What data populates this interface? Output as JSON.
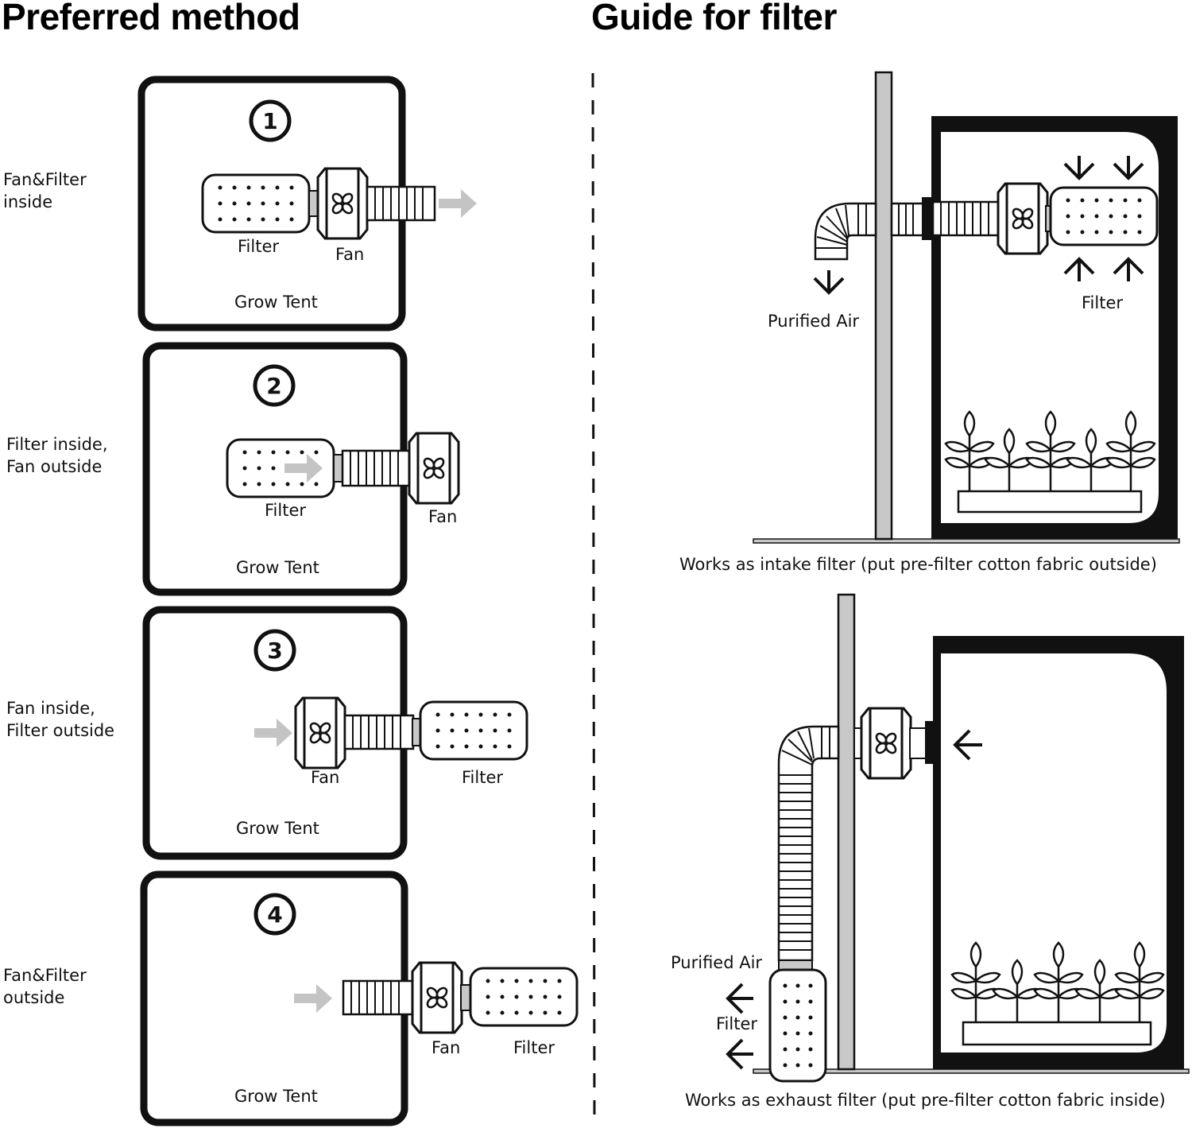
{
  "left_title": "Preferred method",
  "right_title": "Guide for filter",
  "methods": [
    {
      "number": "1",
      "side_label": "Fan&Filter\ninside",
      "tent_label": "Grow Tent",
      "filter_label": "Filter",
      "fan_label": "Fan"
    },
    {
      "number": "2",
      "side_label": "Filter inside,\nFan outside",
      "tent_label": "Grow Tent",
      "filter_label": "Filter",
      "fan_label": "Fan"
    },
    {
      "number": "3",
      "side_label": "Fan inside,\nFilter outside",
      "tent_label": "Grow Tent",
      "filter_label": "Filter",
      "fan_label": "Fan"
    },
    {
      "number": "4",
      "side_label": "Fan&Filter\noutside",
      "tent_label": "Grow Tent",
      "filter_label": "Filter",
      "fan_label": "Fan"
    }
  ],
  "guides": [
    {
      "purified_label": "Purified Air",
      "filter_label": "Filter",
      "caption": "Works as intake filter (put pre-filter cotton fabric outside)"
    },
    {
      "purified_label": "Purified Air",
      "filter_label": "Filter",
      "caption": "Works as exhaust filter (put pre-filter cotton fabric inside)"
    }
  ],
  "colors": {
    "ink": "#111111",
    "wall": "#c8c8c8",
    "arrow": "#c4c4c4"
  }
}
